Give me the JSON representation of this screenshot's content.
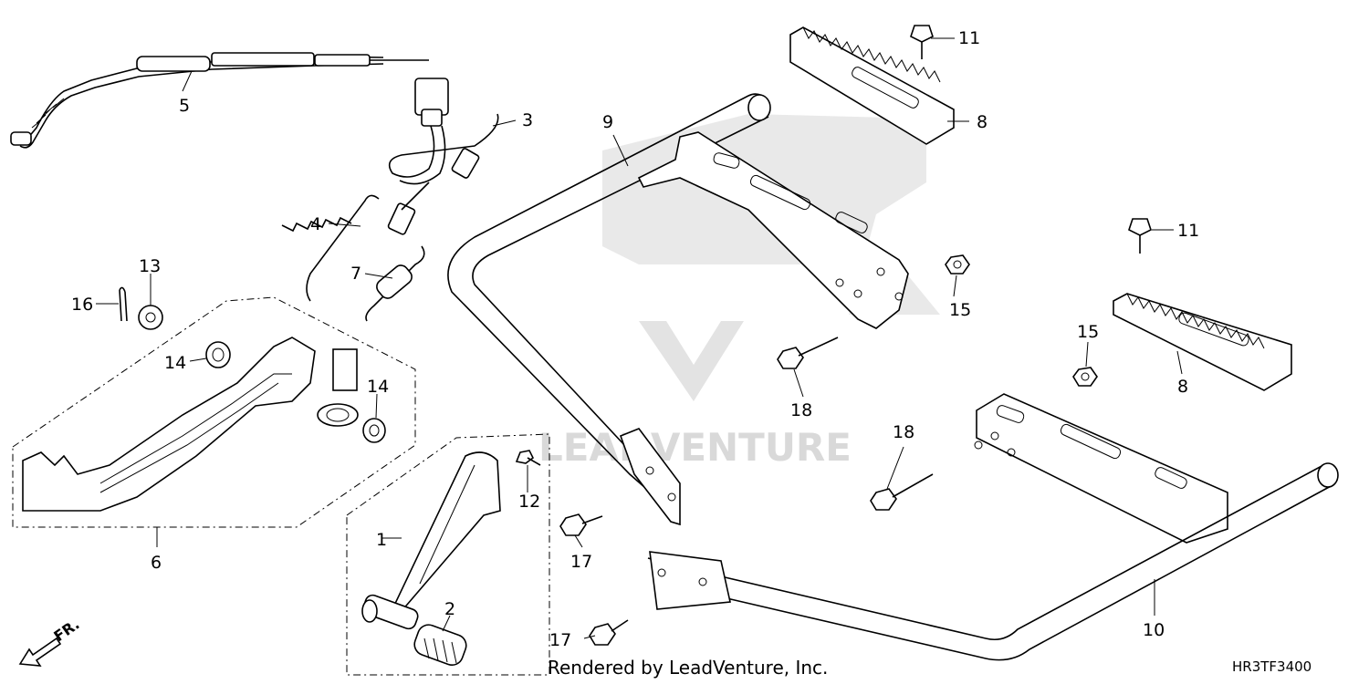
{
  "diagram": {
    "callouts": [
      {
        "id": "c1",
        "label": "1"
      },
      {
        "id": "c2",
        "label": "2"
      },
      {
        "id": "c3",
        "label": "3"
      },
      {
        "id": "c4",
        "label": "4"
      },
      {
        "id": "c5",
        "label": "5"
      },
      {
        "id": "c6",
        "label": "6"
      },
      {
        "id": "c7",
        "label": "7"
      },
      {
        "id": "c8a",
        "label": "8"
      },
      {
        "id": "c8b",
        "label": "8"
      },
      {
        "id": "c9",
        "label": "9"
      },
      {
        "id": "c10",
        "label": "10"
      },
      {
        "id": "c11a",
        "label": "11"
      },
      {
        "id": "c11b",
        "label": "11"
      },
      {
        "id": "c12",
        "label": "12"
      },
      {
        "id": "c13",
        "label": "13"
      },
      {
        "id": "c14a",
        "label": "14"
      },
      {
        "id": "c14b",
        "label": "14"
      },
      {
        "id": "c15a",
        "label": "15"
      },
      {
        "id": "c15b",
        "label": "15"
      },
      {
        "id": "c16",
        "label": "16"
      },
      {
        "id": "c17a",
        "label": "17"
      },
      {
        "id": "c17b",
        "label": "17"
      },
      {
        "id": "c18a",
        "label": "18"
      },
      {
        "id": "c18b",
        "label": "18"
      }
    ],
    "front_indicator": "FR.",
    "footer_text": "Rendered by LeadVenture, Inc.",
    "diagram_code": "HR3TF3400",
    "watermark_text": "LEADVENTURE"
  }
}
